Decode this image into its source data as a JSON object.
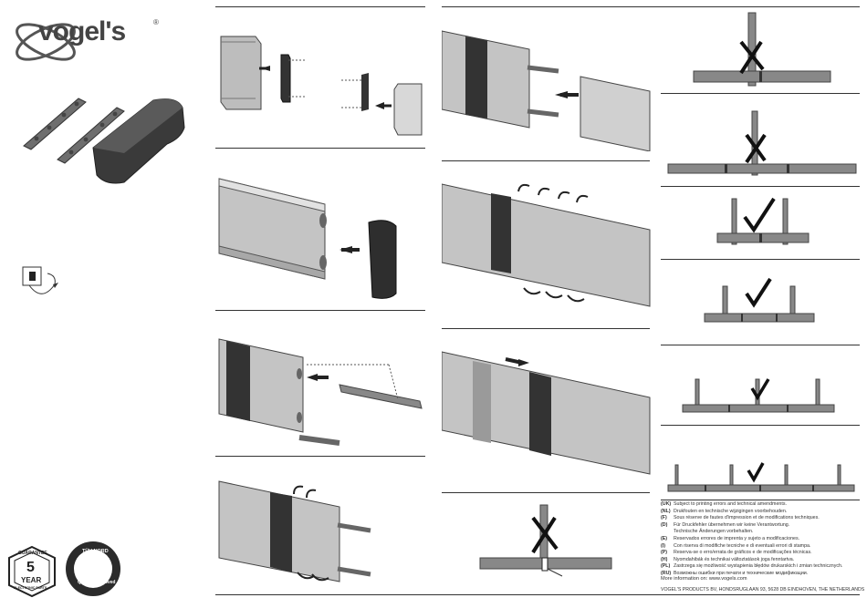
{
  "brand": {
    "name": "vogel's",
    "registered": "®"
  },
  "badges": {
    "guarantee_top": "GUARANTEE",
    "guarantee_years": "5",
    "guarantee_unit": "YEAR",
    "guarantee_bottom": "ELECTRONIC PARTS",
    "tuv_name": "TÜV NORD",
    "tuv_sub": "Quality Approved"
  },
  "legal": {
    "lines": [
      {
        "code": "(UK)",
        "text": "Subject to printing errors and technical amendments."
      },
      {
        "code": "(NL)",
        "text": "Drukfouten en technische wijzigingen voorbehouden."
      },
      {
        "code": "(F)",
        "text": "Sous réserve de fautes d'impression et de modifications techniques."
      },
      {
        "code": "(D)",
        "text": "Für Druckfehler übernehmen wir keine Verantwortung."
      },
      {
        "code": "",
        "text": "Technische Änderungen vorbehalten."
      },
      {
        "code": "(E)",
        "text": "Reservados errores de imprenta y sujeto a modificaciones."
      },
      {
        "code": "(I)",
        "text": "Con riserva di modifiche tecniche e di eventuali errori di stampa."
      },
      {
        "code": "(P)",
        "text": "Reserva-se o erro/errata de gráficos e de modificações técnicas."
      },
      {
        "code": "(H)",
        "text": "Nyomdahibák és technikai változtatások joga fenntartva."
      },
      {
        "code": "(PL)",
        "text": "Zastrzega się możliwość wystąpienia błędów drukarskich i zmian technicznych."
      },
      {
        "code": "(RU)",
        "text": "Возможны ошибки при печати и технические модификации."
      }
    ],
    "more_info": "More information on: www.vogels.com",
    "address": "VOGEL'S PRODUCTS BV, HONDSRUGLAAN 93, 5628 DB EINDHOVEN, THE NETHERLANDS"
  }
}
